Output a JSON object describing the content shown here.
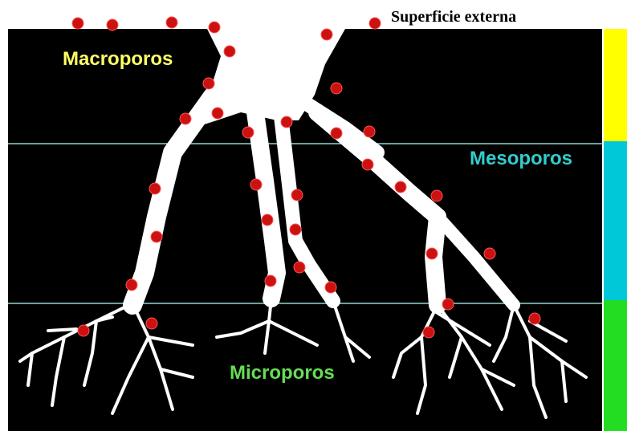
{
  "labels": {
    "external_surface": "Superficie externa",
    "macropores": "Macroporos",
    "mesopores": "Mesoporos",
    "micropores": "Microporos"
  },
  "colors": {
    "background": "#000000",
    "pore": "#ffffff",
    "site_dot": "#cc1111",
    "macro": "#ffff00",
    "meso": "#00c8d8",
    "micro": "#22dd22",
    "zone_divider": "#8fd6cf",
    "label_external": "#000000",
    "label_macro": "#ffff66",
    "label_meso": "#33cccc",
    "label_micro": "#66dd55"
  },
  "legend_bar": [
    {
      "zone": "macro",
      "color": "#ffff00"
    },
    {
      "zone": "meso",
      "color": "#00c8d8"
    },
    {
      "zone": "micro",
      "color": "#22dd22"
    }
  ]
}
